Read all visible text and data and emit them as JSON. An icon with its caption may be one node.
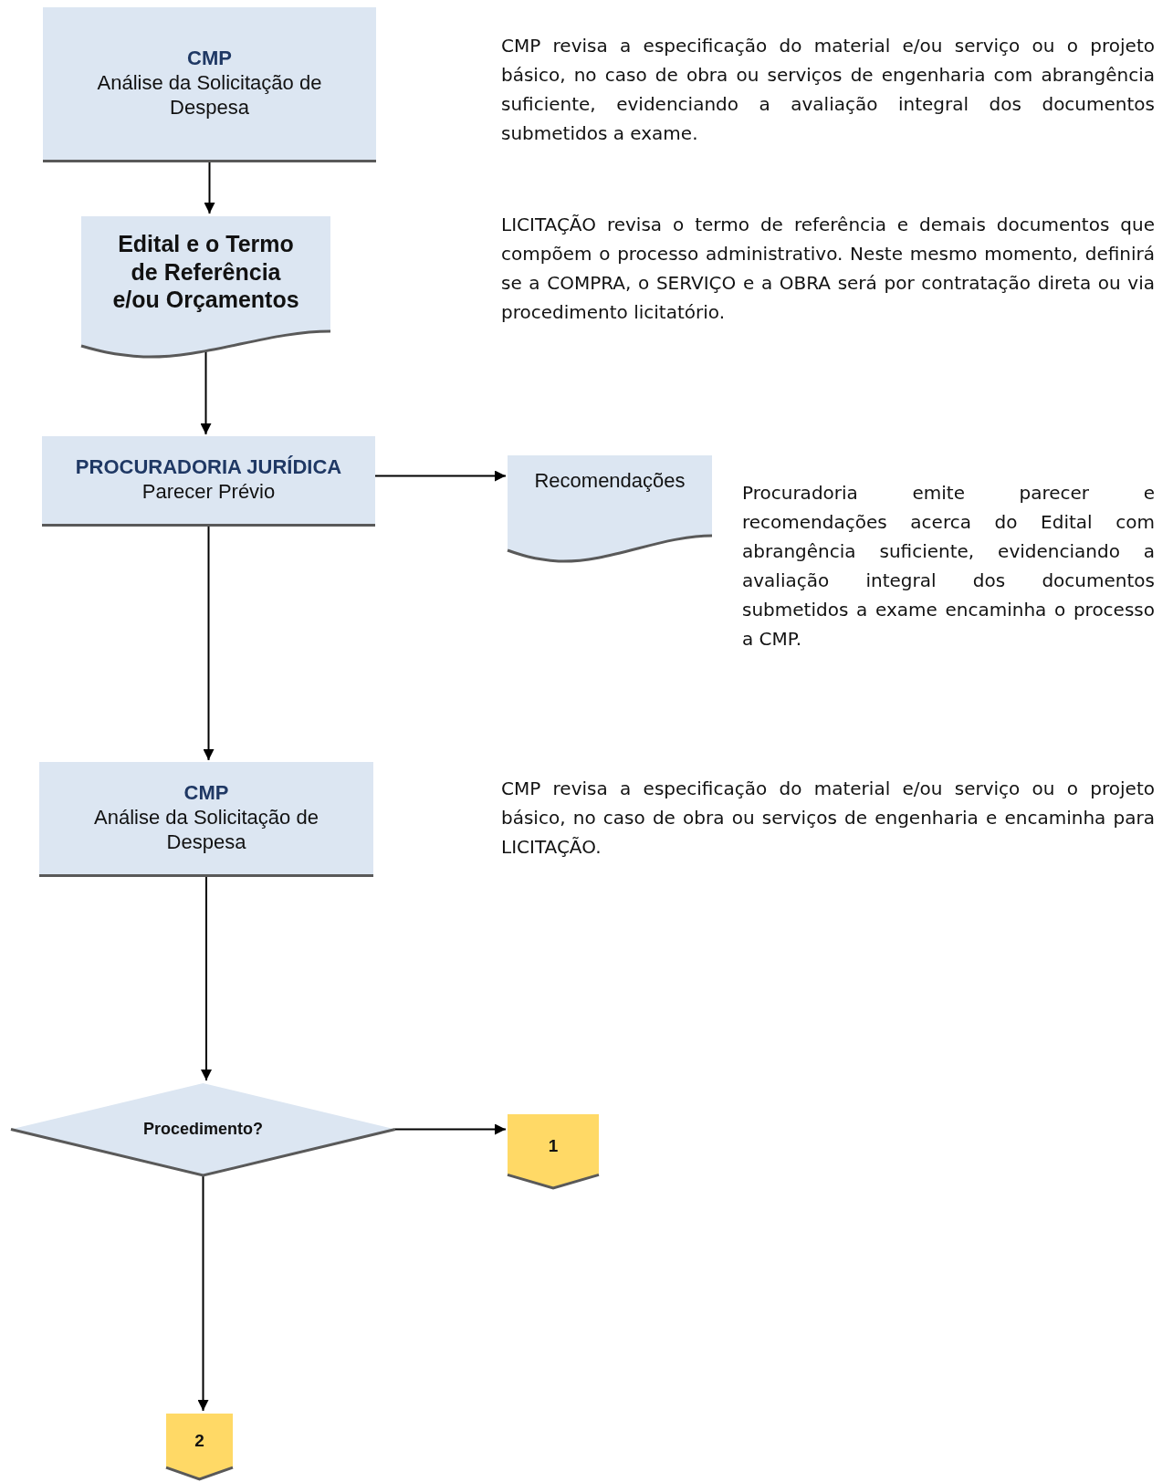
{
  "diagram": {
    "nodes": [
      {
        "text": [
          "CMP",
          "Análise da Solicitação de Despesa"
        ]
      },
      {
        "text": [
          "Edital e o Termo de Referência e/ou Orçamentos"
        ]
      },
      {
        "text": [
          "PROCURADORIA JURÍDICA",
          "Parecer Prévio"
        ]
      },
      {
        "text": [
          "Recomendações"
        ]
      },
      {
        "text": [
          "CMP",
          "Análise da Solicitação de Despesa"
        ]
      },
      {
        "text": [
          "Procedimento?"
        ]
      },
      {
        "text": [
          "1"
        ]
      },
      {
        "text": [
          "2"
        ]
      }
    ],
    "edges": [
      {
        "from": 0,
        "to": 1,
        "arrow": "to"
      },
      {
        "from": 1,
        "to": 2,
        "arrow": "to"
      },
      {
        "from": 2,
        "to": 3,
        "arrow": "to"
      },
      {
        "from": 2,
        "to": 4,
        "arrow": "to"
      },
      {
        "from": 4,
        "to": 5,
        "arrow": "to"
      },
      {
        "from": 5,
        "to": 6,
        "arrow": "to"
      },
      {
        "from": 5,
        "to": 7,
        "arrow": "to"
      }
    ],
    "labels": [
      "CMP revisa a especificação do material e/ou serviço ou o projeto básico, no caso de obra ou serviços de engenharia com abrangência suficiente, evidenciando a avaliação integral dos documentos submetidos a exame.",
      "LICITAÇÃO revisa o termo de referência e demais documentos que compõem o processo administrativo. Neste mesmo momento, definirá se a COMPRA, o SERVIÇO e a OBRA será por contratação direta ou via procedimento licitatório.",
      "Procuradoria emite parecer e recomendações acerca do Edital com abrangência suficiente, evidenciando a avaliação integral dos documentos submetidos a exame encaminha o processo a CMP.",
      "CMP revisa a especificação do material e/ou serviço ou o projeto básico, no caso de obra ou serviços de engenharia e encaminha para LICITAÇÃO."
    ]
  }
}
